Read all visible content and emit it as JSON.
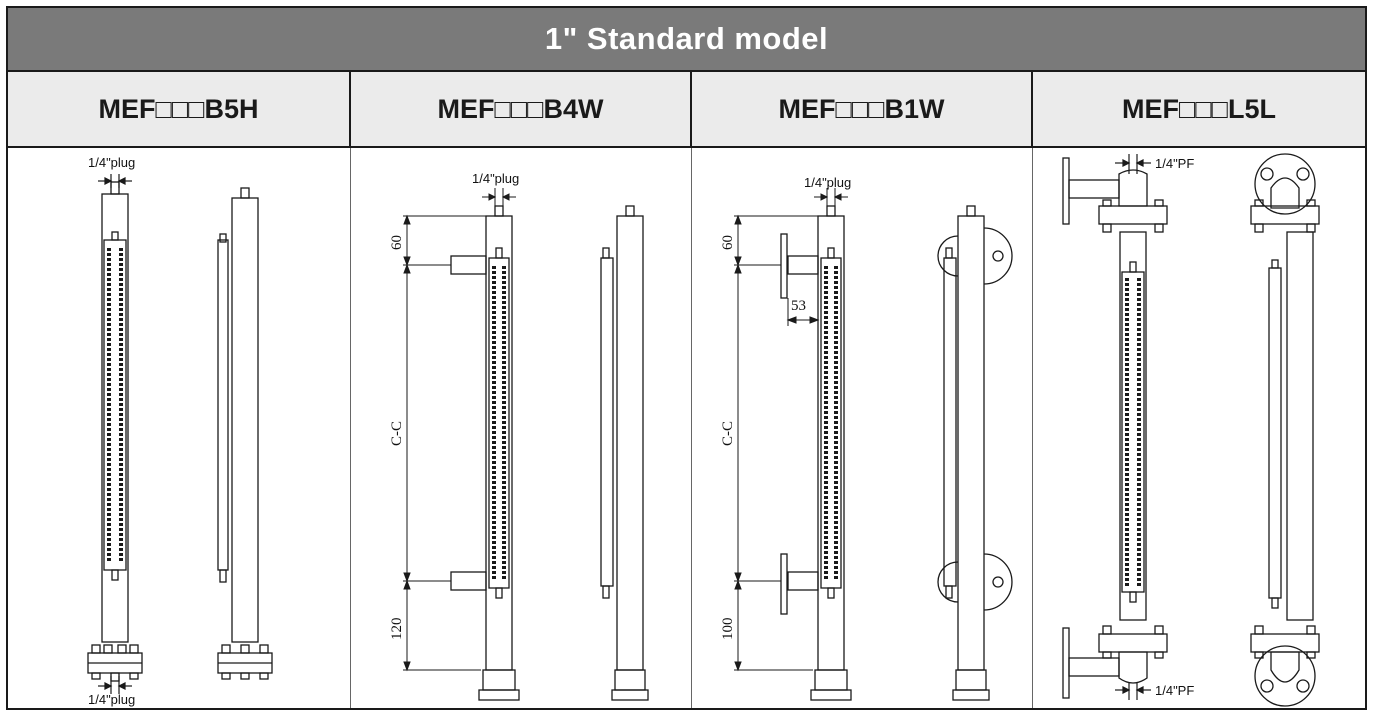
{
  "title": "1\" Standard model",
  "models": [
    {
      "name": "MEF□□□B5H",
      "labels": {
        "top_plug": "1/4\"plug",
        "bottom_plug": "1/4\"plug"
      }
    },
    {
      "name": "MEF□□□B4W",
      "labels": {
        "top_plug": "1/4\"plug",
        "dim_top": "60",
        "dim_cc": "C-C",
        "dim_bottom": "120"
      }
    },
    {
      "name": "MEF□□□B1W",
      "labels": {
        "top_plug": "1/4\"plug",
        "dim_top": "60",
        "dim_flange": "53",
        "dim_cc": "C-C",
        "dim_bottom": "100"
      }
    },
    {
      "name": "MEF□□□L5L",
      "labels": {
        "top_pf": "1/4\"PF",
        "bottom_pf": "1/4\"PF"
      }
    }
  ],
  "colors": {
    "title_bg": "#7a7a7a",
    "header_bg": "#ebebeb",
    "line": "#1a1a1a"
  }
}
